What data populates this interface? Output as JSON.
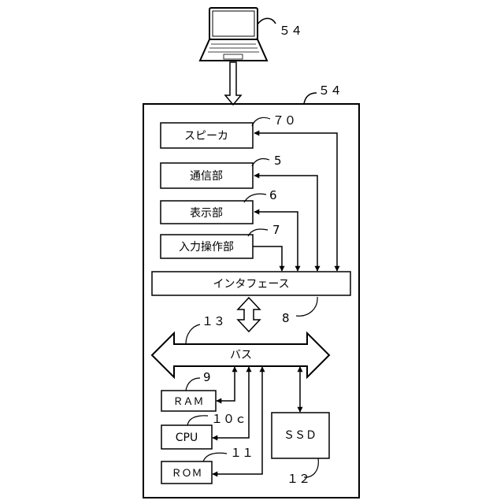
{
  "labels": {
    "laptop_ref": "５４",
    "device_ref": "５４",
    "speaker": "スピーカ",
    "speaker_ref": "７０",
    "comm": "通信部",
    "comm_ref": "5",
    "display": "表示部",
    "display_ref": "6",
    "input": "入力操作部",
    "input_ref": "7",
    "interface": "インタフェース",
    "interface_ref": "8",
    "bus": "バス",
    "bus_ref": "１３",
    "ram": "ＲＡＭ",
    "ram_ref": "9",
    "cpu": "CPU",
    "cpu_ref": "１０ｃ",
    "rom": "ＲＯＭ",
    "rom_ref": "１１",
    "ssd": "ＳＳＤ",
    "ssd_ref": "１２"
  },
  "icons": {
    "laptop": "laptop-icon"
  }
}
